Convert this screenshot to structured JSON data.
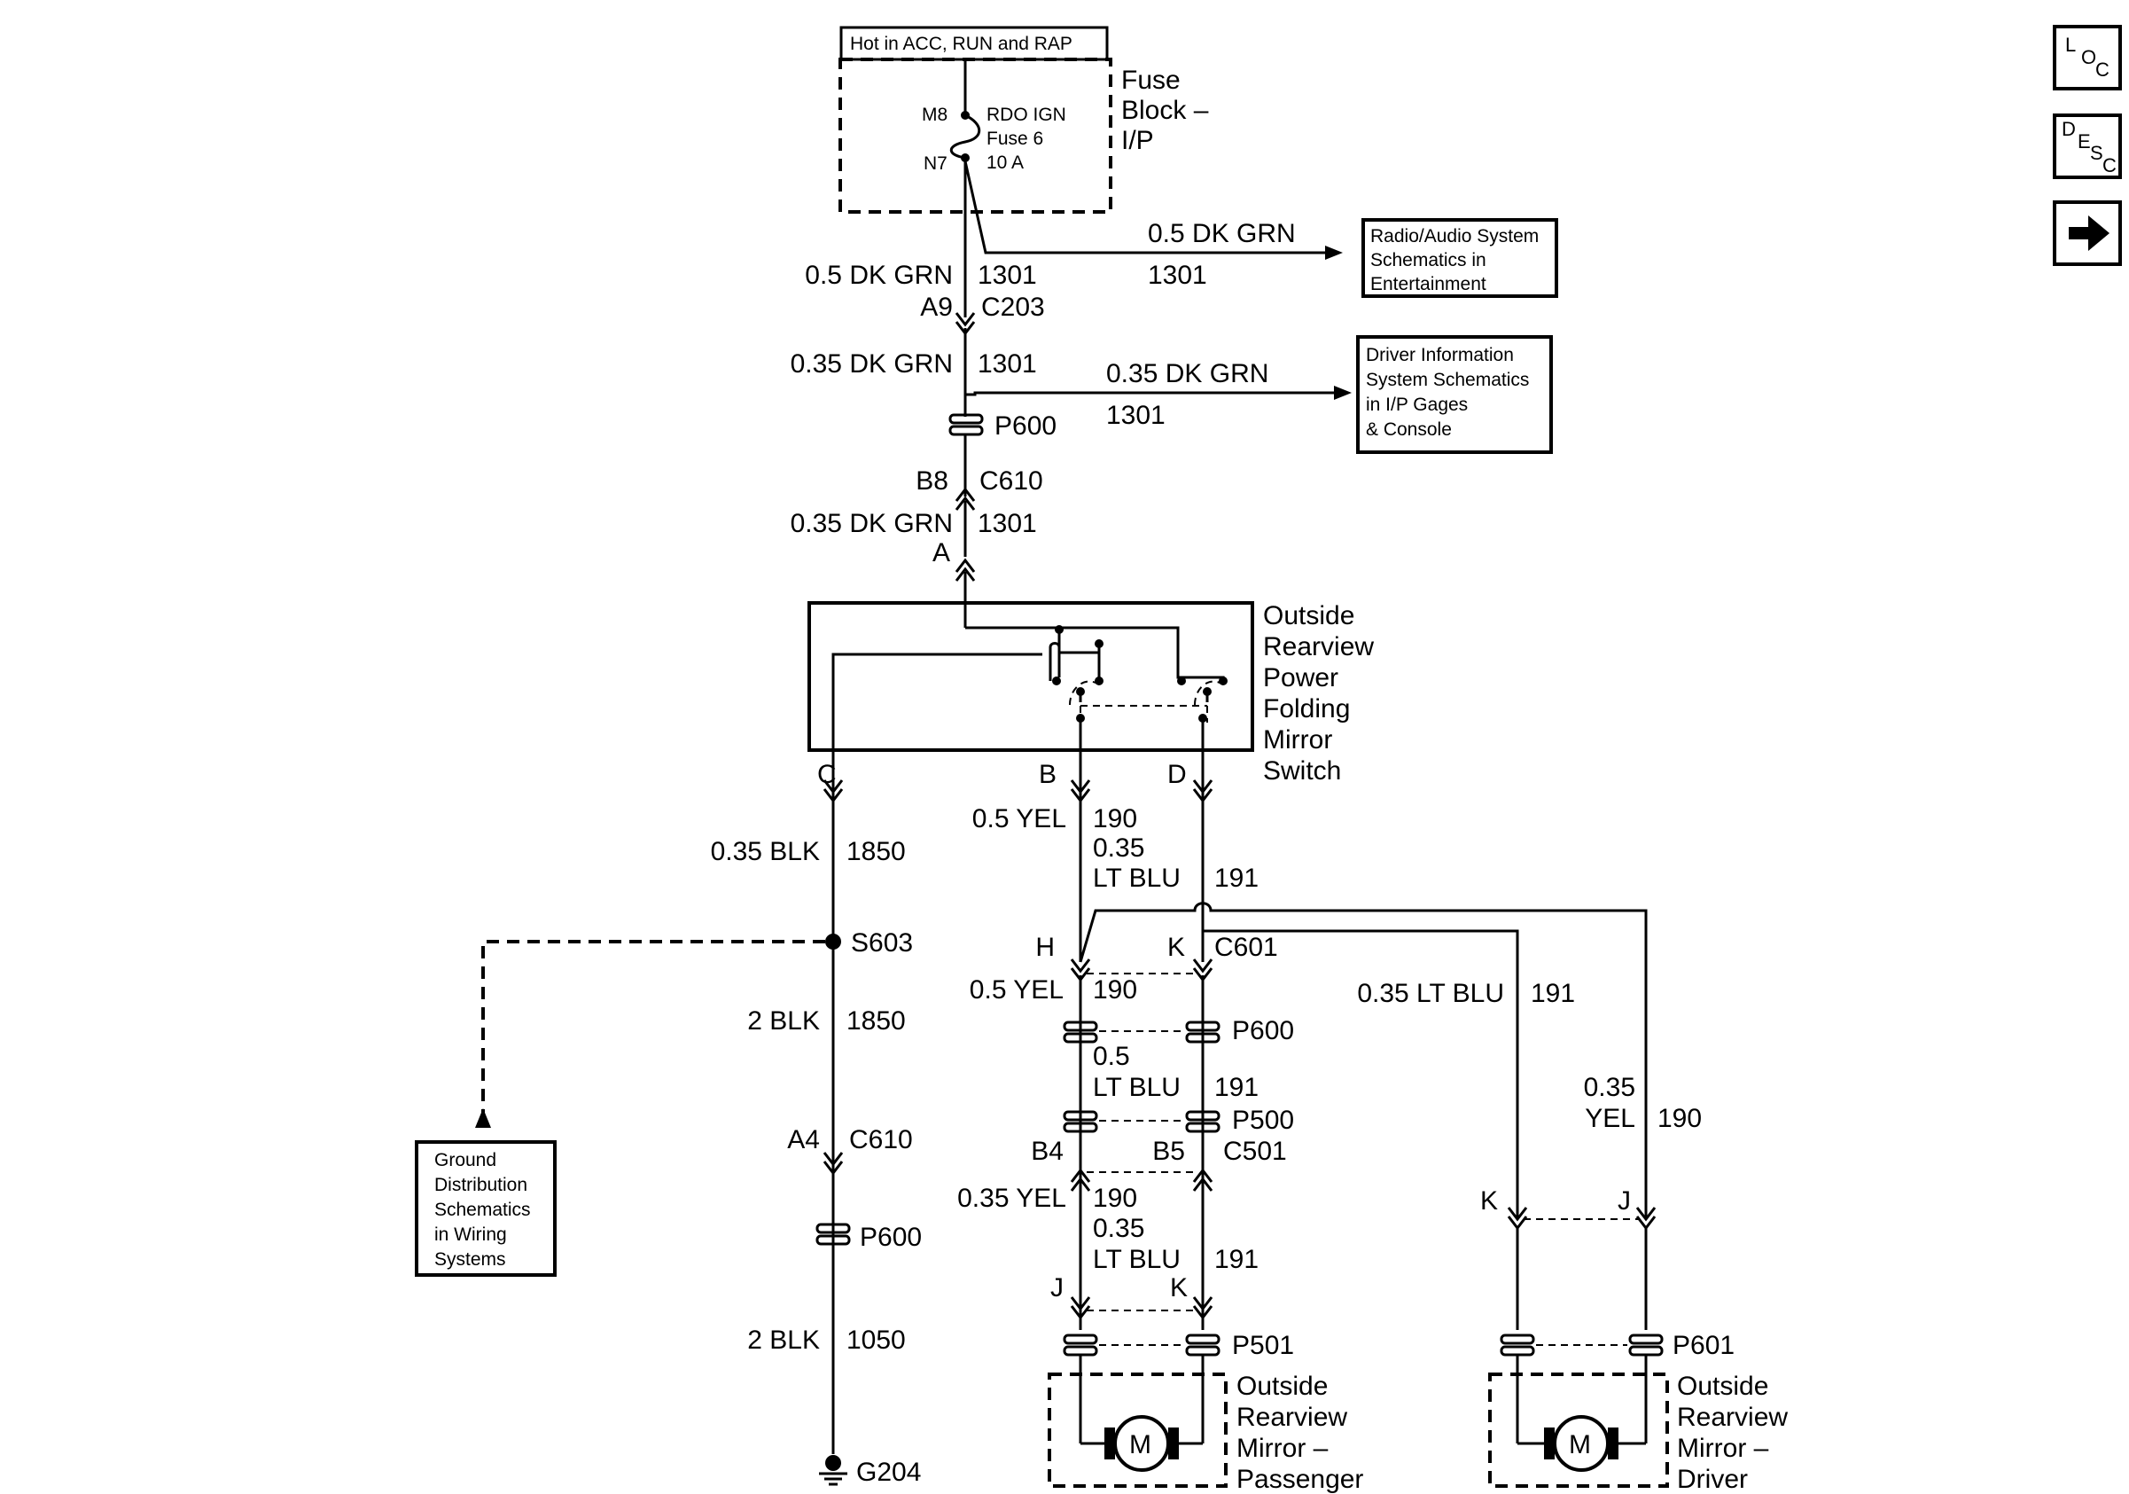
{
  "nav": {
    "loc": {
      "l": "L",
      "o": "O",
      "c": "C"
    },
    "desc": {
      "d": "D",
      "e": "E",
      "s": "S",
      "c": "C"
    }
  },
  "fuse_block": {
    "hot_text": "Hot in ACC, RUN and RAP",
    "title_1": "Fuse",
    "title_2": "Block –",
    "title_3": "I/P",
    "pin_top": "M8",
    "pin_bottom": "N7",
    "fuse_1": "RDO IGN",
    "fuse_2": "Fuse 6",
    "fuse_3": "10 A"
  },
  "radio_ref": {
    "wire_color": "0.5 DK GRN",
    "circuit": "1301",
    "box_1": "Radio/Audio System",
    "box_2": "Schematics in",
    "box_3": "Entertainment"
  },
  "dic_ref": {
    "wire_color": "0.35 DK GRN",
    "circuit": "1301",
    "box_1": "Driver Information",
    "box_2": "System Schematics",
    "box_3": "in I/P Gages",
    "box_4": "& Console"
  },
  "feed": {
    "w1_color": "0.5 DK GRN",
    "w1_circuit": "1301",
    "c203_pin": "A9",
    "c203": "C203",
    "w2_color": "0.35 DK GRN",
    "w2_circuit": "1301",
    "p600": "P600",
    "c610_pin": "B8",
    "c610": "C610",
    "w3_color": "0.35 DK GRN",
    "w3_circuit": "1301",
    "switch_pin": "A"
  },
  "switch": {
    "name_1": "Outside",
    "name_2": "Rearview",
    "name_3": "Power",
    "name_4": "Folding",
    "name_5": "Mirror",
    "name_6": "Switch",
    "pin_c": "C",
    "pin_b": "B",
    "pin_d": "D"
  },
  "ground": {
    "w1_color": "0.35 BLK",
    "w1_circuit": "1850",
    "splice": "S603",
    "w2_color": "2 BLK",
    "w2_circuit": "1850",
    "c610_pin": "A4",
    "c610": "C610",
    "p600": "P600",
    "w3_color": "2 BLK",
    "w3_circuit": "1050",
    "g": "G204",
    "ref_1": "Ground",
    "ref_2": "Distribution",
    "ref_3": "Schematics",
    "ref_4": "in Wiring",
    "ref_5": "Systems"
  },
  "passenger": {
    "b_color": "0.5 YEL",
    "b_circuit": "190",
    "d_color_1": "0.35",
    "d_color_2": "LT BLU",
    "d_circuit": "191",
    "c601_h": "H",
    "c601_k": "K",
    "c601": "C601",
    "y2_color": "0.5 YEL",
    "y2_circuit": "190",
    "p600": "P600",
    "bl2_color_1": "0.5",
    "bl2_color_2": "LT BLU",
    "bl2_circuit": "191",
    "p500": "P500",
    "c501_b4": "B4",
    "c501_b5": "B5",
    "c501": "C501",
    "y3_color": "0.35 YEL",
    "y3_circuit": "190",
    "bl3_color_1": "0.35",
    "bl3_color_2": "LT BLU",
    "bl3_circuit": "191",
    "pin_j": "J",
    "pin_k": "K",
    "p501": "P501",
    "motor": "M",
    "name_1": "Outside",
    "name_2": "Rearview",
    "name_3": "Mirror –",
    "name_4": "Passenger"
  },
  "driver": {
    "bl_color": "0.35 LT BLU",
    "bl_circuit": "191",
    "y_color_1": "0.35",
    "y_color_2": "YEL",
    "y_circuit": "190",
    "pin_k": "K",
    "pin_j": "J",
    "p601": "P601",
    "motor": "M",
    "name_1": "Outside",
    "name_2": "Rearview",
    "name_3": "Mirror –",
    "name_4": "Driver"
  }
}
